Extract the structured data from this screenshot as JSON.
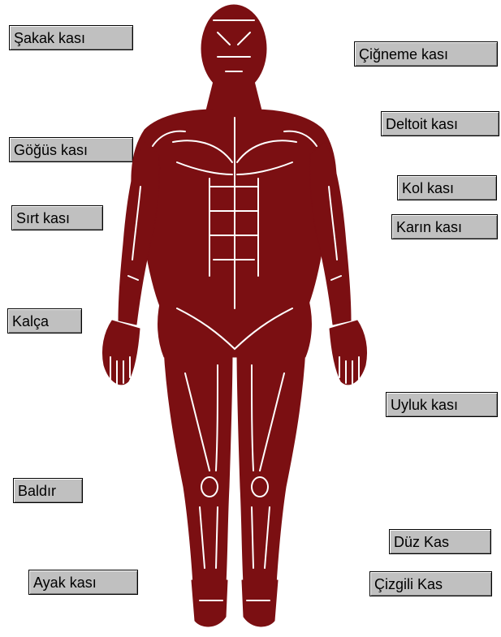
{
  "figure_color": "#7b0f12",
  "muscle_buttons": {
    "temporalis": "Şakak kası",
    "masseter": "Çiğneme kası",
    "deltoid": "Deltoit kası",
    "pectoral": "Göğüs kası",
    "arm": "Kol kası",
    "back": "Sırt kası",
    "abdominal": "Karın kası",
    "gluteal": "Kalça",
    "thigh": "Uyluk kası",
    "calf": "Baldır",
    "smooth": "Düz Kas",
    "foot": "Ayak kası",
    "striated": "Çizgili Kas"
  }
}
